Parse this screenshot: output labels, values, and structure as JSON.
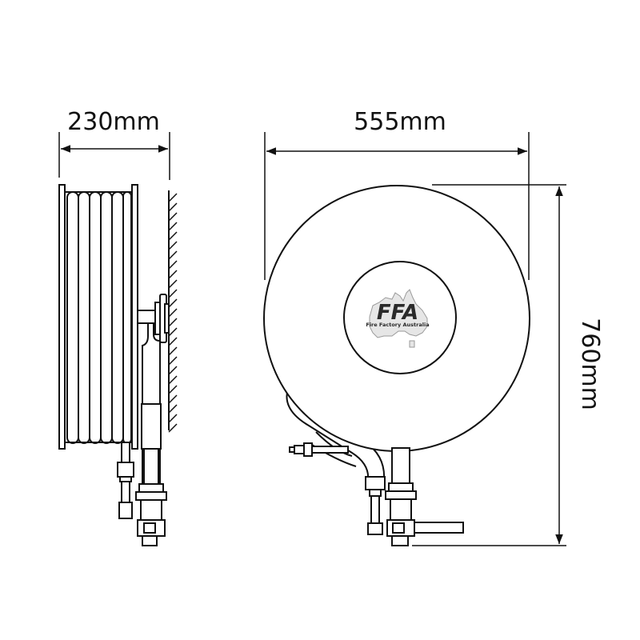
{
  "dimensions": {
    "side_width": "230mm",
    "front_width": "555mm",
    "height": "760mm"
  },
  "logo": {
    "mark": "FFA",
    "caption": "Fire Factory Australia"
  },
  "colors": {
    "line": "#111111",
    "logo_text": "#2a2a2a",
    "australia_fill": "#e6e6e6",
    "australia_stroke": "#9a9a9a"
  }
}
